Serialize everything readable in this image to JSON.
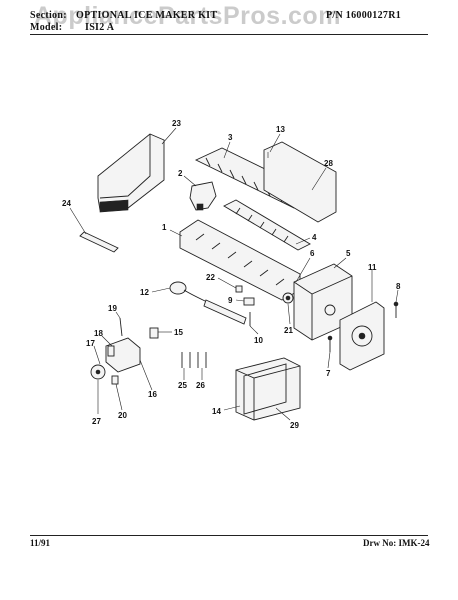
{
  "header": {
    "section_label": "Section:",
    "section_title": "OPTIONAL ICE MAKER KIT",
    "part_number": "P/N 16000127R1",
    "model_label": "Model:",
    "model_value": "ISI2 A",
    "watermark": "AppliancePartsPros.com"
  },
  "footer": {
    "date": "11/91",
    "drawing_number": "Drw No: IMK-24"
  },
  "callouts": [
    "23",
    "3",
    "13",
    "28",
    "2",
    "24",
    "1",
    "4",
    "6",
    "5",
    "22",
    "12",
    "9",
    "11",
    "8",
    "21",
    "10",
    "19",
    "15",
    "18",
    "17",
    "16",
    "7",
    "25",
    "26",
    "14",
    "29",
    "27",
    "20"
  ]
}
